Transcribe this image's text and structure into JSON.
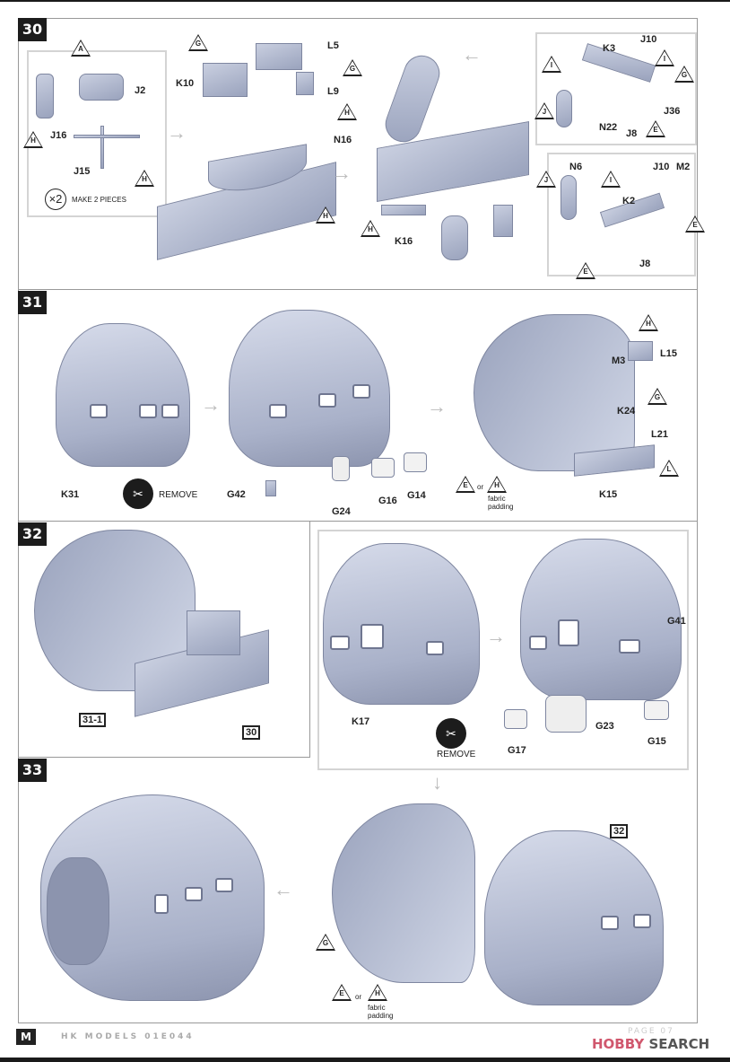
{
  "steps": [
    {
      "number": "30",
      "make_qty": "×2",
      "make_text": "MAKE 2 PIECES",
      "labels": [
        "J2",
        "J16",
        "J15",
        "K10",
        "L5",
        "L9",
        "N16",
        "K16",
        "K3",
        "J10",
        "J36",
        "N22",
        "J8",
        "N6",
        "J10",
        "M2",
        "K2",
        "J8"
      ],
      "markers": [
        "A",
        "H",
        "H",
        "G",
        "G",
        "H",
        "H",
        "H",
        "I",
        "I",
        "G",
        "J",
        "E",
        "J",
        "I",
        "E",
        "E"
      ]
    },
    {
      "number": "31",
      "labels": [
        "K31",
        "G42",
        "G24",
        "G16",
        "G14",
        "L15",
        "M3",
        "K24",
        "L21",
        "K15"
      ],
      "remove_text": "REMOVE",
      "markers": [
        "H",
        "G",
        "L",
        "E",
        "H"
      ],
      "or_text": "or",
      "fabric_text": "fabric padding"
    },
    {
      "number": "32",
      "refs": [
        "31-1",
        "30"
      ],
      "labels": [
        "K17",
        "G41",
        "G17",
        "G23",
        "G15"
      ],
      "remove_text": "REMOVE"
    },
    {
      "number": "33",
      "refs": [
        "32"
      ],
      "markers": [
        "G",
        "E",
        "H"
      ],
      "or_text": "or",
      "fabric_text": "fabric padding"
    }
  ],
  "footer": {
    "logo": "M",
    "brand": "HK MODELS 01E044",
    "page": "PAGE 07",
    "watermark_a": "HOBBY",
    "watermark_b": "SEARCH"
  }
}
